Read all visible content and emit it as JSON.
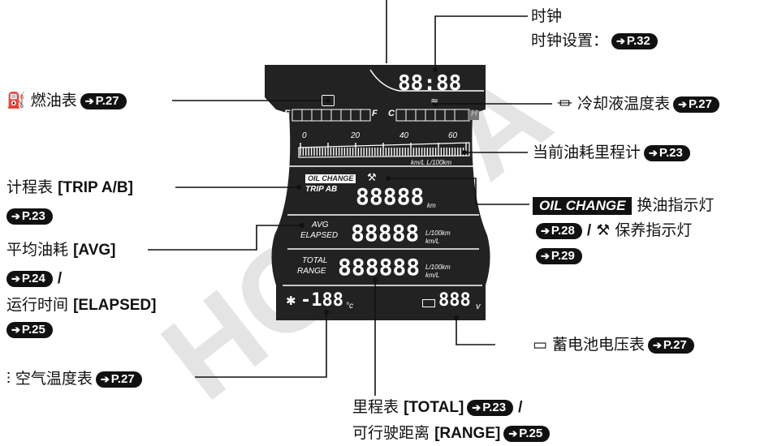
{
  "watermark": "HONDA",
  "labels": {
    "clock": "时钟",
    "clock_set": "时钟设置：",
    "clock_set_ref": "P.32",
    "fuel": "燃油表",
    "fuel_ref": "P.27",
    "coolant": "冷却液温度表",
    "coolant_ref": "P.27",
    "current_fuel": "当前油耗里程计",
    "current_fuel_ref": "P.23",
    "trip_cn": "计程表",
    "trip_en": "[TRIP A/B]",
    "trip_ref": "P.23",
    "oil_box": "OIL CHANGE",
    "oil_change": "换油指示灯",
    "oil_ref": "P.28",
    "slash": "/",
    "maintenance": "保养指示灯",
    "maint_ref": "P.29",
    "avg_cn": "平均油耗",
    "avg_en": "[AVG]",
    "avg_ref": "P.24",
    "elapsed_cn": "运行时间",
    "elapsed_en": "[ELAPSED]",
    "elapsed_ref": "P.25",
    "battery": "蓄电池电压表",
    "battery_ref": "P.27",
    "air_temp": "空气温度表",
    "air_ref": "P.27",
    "total_cn": "里程表",
    "total_en": "[TOTAL]",
    "total_ref": "P.23",
    "range_cn": "可行驶距离",
    "range_en": "[RANGE]",
    "range_ref": "P.25"
  },
  "display": {
    "clock_digits": "88:88",
    "fuel_e": "E",
    "fuel_f": "F",
    "temp_c": "C",
    "temp_h": "H",
    "scale_0": "0",
    "scale_20": "20",
    "scale_40": "40",
    "scale_60": "60",
    "scale_unit": "km/L L/100km",
    "oil_change": "OIL CHANGE",
    "trip_ab": "TRIP AB",
    "trip_digits": "88888",
    "trip_unit": "km",
    "avg": "AVG",
    "elapsed": "ELAPSED",
    "avg_digits": "88888",
    "avg_unit1": "L/100km",
    "avg_unit2": "km/L",
    "total": "TOTAL",
    "range": "RANGE",
    "total_digits": "888888",
    "total_unit1": "L/100km",
    "total_unit2": "km/L",
    "air_digits": "-188",
    "air_unit": "°c",
    "batt_digits": "888",
    "batt_unit": "v"
  }
}
